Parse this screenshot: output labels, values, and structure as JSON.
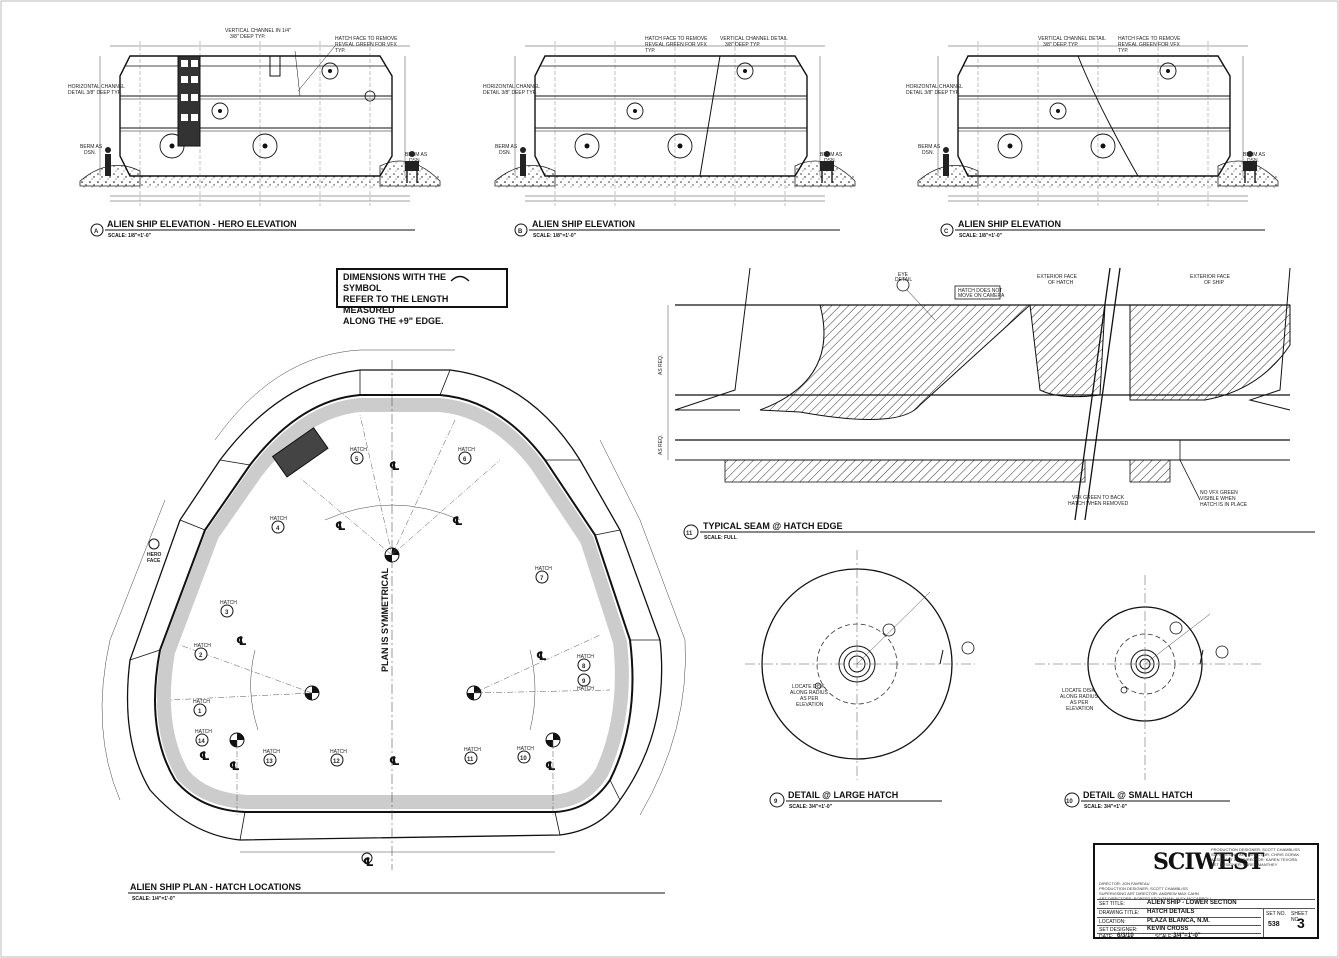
{
  "sheet": {
    "views": {
      "a": {
        "marker": "A",
        "title": "ALIEN SHIP ELEVATION - HERO ELEVATION",
        "scale": "SCALE: 1/8\"=1'-0\""
      },
      "b": {
        "marker": "B",
        "title": "ALIEN SHIP ELEVATION",
        "scale": "SCALE: 1/8\"=1'-0\""
      },
      "c": {
        "marker": "C",
        "title": "ALIEN SHIP ELEVATION",
        "scale": "SCALE: 1/8\"=1'-0\""
      },
      "plan": {
        "title": "ALIEN SHIP PLAN - HATCH LOCATIONS",
        "scale": "SCALE: 1/4\"=1'-0\""
      },
      "seam": {
        "marker": "11",
        "title": "TYPICAL SEAM @ HATCH EDGE",
        "scale": "SCALE: FULL"
      },
      "large": {
        "marker": "9",
        "title": "DETAIL @ LARGE HATCH",
        "scale": "SCALE: 3/4\"=1'-0\""
      },
      "small": {
        "marker": "10",
        "title": "DETAIL @ SMALL HATCH",
        "scale": "SCALE: 3/4\"=1'-0\""
      }
    },
    "note": [
      "DIMENSIONS WITH THE",
      "SYMBOL",
      "REFER TO THE LENGTH MEASURED",
      "ALONG THE +9\" EDGE."
    ],
    "elevation_labels": {
      "vertical_channel": "VERTICAL CHANNEL IN 1/4\"",
      "deep_typ": "3/8\" DEEP TYP.",
      "hatch_face": "HATCH FACE TO REMOVE",
      "reveal_green": "REVEAL GREEN FOR VFX",
      "typ": "TYP.",
      "vertical_channel_detail": "VERTICAL CHANNEL DETAIL",
      "horizontal_channel": "HORIZONTAL CHANNEL",
      "horizontal_channel_2": "DETAIL 3/8\" DEEP TYP.",
      "berm_left": "BERM AS",
      "berm_left_2": "DSN.",
      "berm_right": "BERM AS",
      "berm_right_2": "DSN."
    },
    "plan_labels": {
      "symmetrical": "PLAN IS SYMMETRICAL",
      "hero_face": "HERO",
      "hero_face_2": "FACE",
      "hatch": "HATCH",
      "centerline": "℄",
      "hatches": [
        "1",
        "2",
        "3",
        "4",
        "5",
        "6",
        "7",
        "8",
        "9",
        "10",
        "11",
        "12",
        "13",
        "14"
      ]
    },
    "seam_labels": {
      "eye_detail": "EYE",
      "eye_detail_2": "DETAIL",
      "hatch_not_move": "HATCH DOES NOT",
      "hatch_not_move_2": "MOVE ON CAMERA",
      "exterior_face_hatch": "EXTERIOR FACE",
      "exterior_face_hatch_2": "OF HATCH",
      "exterior_face_ship": "EXTERIOR FACE",
      "exterior_face_ship_2": "OF SHIP",
      "vfx_green": "VFX GREEN TO BACK",
      "vfx_green_2": "HATCH WHEN REMOVED",
      "no_vfx": "NO VFX GREEN",
      "no_vfx_2": "VISIBLE WHEN",
      "no_vfx_3": "HATCH IS IN PLACE",
      "as_req": "AS REQ."
    },
    "detail_labels": {
      "locate": "LOCATE DISK",
      "locate_2": "ALONG RADIUS",
      "locate_3": "AS PER",
      "locate_4": "ELEVATION"
    },
    "title_block": {
      "logo": "SCIWEST",
      "credits_left": [
        "DIRECTOR: JON FAVREAU",
        "PRODUCTION DESIGNER: SCOTT CHAMBLISS",
        "SUPERVISING ART DIRECTOR: ANDREW MAX CAHN",
        "ART DIRECTORS: ROBERT FECHTMAN, ALEX MCCARROLL"
      ],
      "credits_right": [
        "PRODUCTION DESIGNER: SCOTT CHAMBLISS",
        "SUPERVISING ART DIRECTOR: CHRIS GORAK",
        "ASSISTANT ART DIRECTOR: KAREN TEVORA",
        "SET DESIGNER: KAREN MANTHEY"
      ],
      "set_title_label": "SET TITLE:",
      "set_title": "ALIEN SHIP - LOWER SECTION",
      "drawing_title_label": "DRAWING TITLE:",
      "drawing_title": "HATCH DETAILS",
      "location_label": "LOCATION:",
      "location": "PLAZA BLANCA, N.M.",
      "set_designer_label": "SET DESIGNER:",
      "set_designer": "KEVIN CROSS",
      "date_label": "DATE:",
      "date": "6/3/10",
      "scale_label": "SCALE:",
      "scale": "3/4\"=1'-0\"",
      "set_no_label": "SET NO.",
      "set_no": "538",
      "sheet_no_label": "SHEET NO.",
      "sheet_no": "3"
    }
  }
}
